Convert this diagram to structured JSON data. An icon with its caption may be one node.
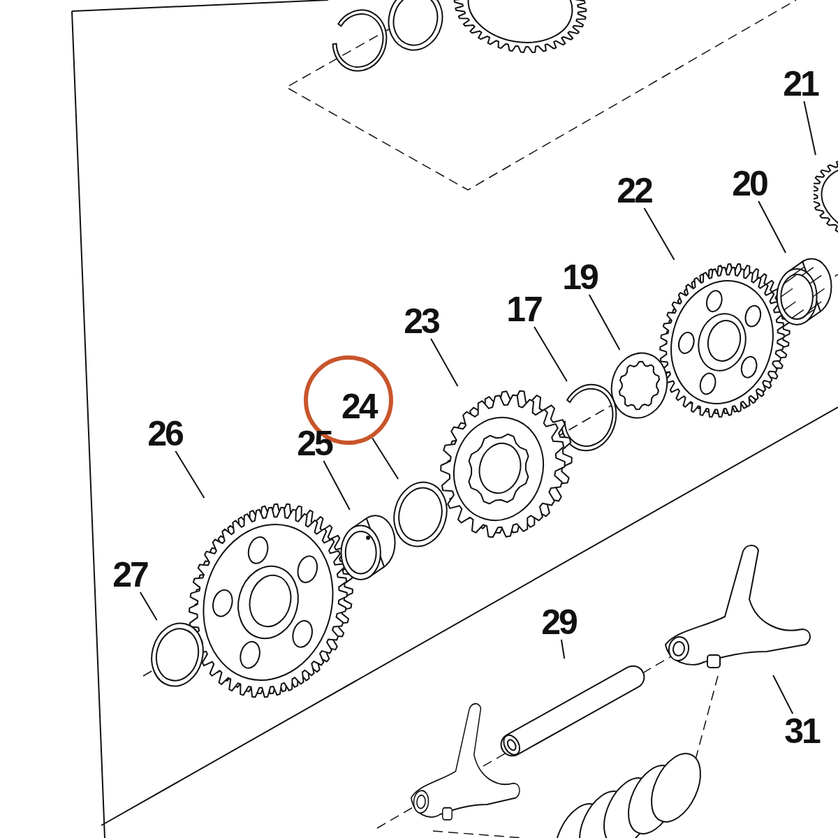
{
  "diagram": {
    "nodes": [
      {
        "text": [
          "21"
        ]
      },
      {
        "text": [],
        "shape": "picture"
      },
      {
        "text": [
          "22"
        ]
      },
      {
        "text": [],
        "shape": "picture"
      },
      {
        "text": [
          "20"
        ]
      },
      {
        "text": [],
        "shape": "picture"
      },
      {
        "text": [
          "19"
        ]
      },
      {
        "text": [],
        "shape": "picture"
      },
      {
        "text": [
          "17"
        ]
      },
      {
        "text": [],
        "shape": "picture"
      },
      {
        "text": [
          "23"
        ]
      },
      {
        "text": [],
        "shape": "picture"
      },
      {
        "text": [
          "24"
        ]
      },
      {
        "text": [],
        "shape": "picture"
      },
      {
        "text": [
          "26"
        ]
      },
      {
        "text": [],
        "shape": "picture"
      },
      {
        "text": [
          "25"
        ]
      },
      {
        "text": [],
        "shape": "picture"
      },
      {
        "text": [
          "27"
        ]
      },
      {
        "text": [],
        "shape": "picture"
      },
      {
        "text": [
          "29"
        ]
      },
      {
        "text": [],
        "shape": "picture"
      },
      {
        "text": [
          "31"
        ]
      },
      {
        "text": [],
        "shape": "picture"
      }
    ],
    "edges": [
      {
        "from": 0,
        "to": 1,
        "arrow": "none"
      },
      {
        "from": 2,
        "to": 3,
        "arrow": "none"
      },
      {
        "from": 4,
        "to": 5,
        "arrow": "none"
      },
      {
        "from": 6,
        "to": 7,
        "arrow": "none"
      },
      {
        "from": 8,
        "to": 9,
        "arrow": "none"
      },
      {
        "from": 10,
        "to": 11,
        "arrow": "none"
      },
      {
        "from": 12,
        "to": 13,
        "arrow": "none"
      },
      {
        "from": 14,
        "to": 15,
        "arrow": "none"
      },
      {
        "from": 16,
        "to": 17,
        "arrow": "none"
      },
      {
        "from": 18,
        "to": 19,
        "arrow": "none"
      },
      {
        "from": 20,
        "to": 21,
        "arrow": "none"
      },
      {
        "from": 22,
        "to": 23,
        "arrow": "none"
      }
    ]
  }
}
